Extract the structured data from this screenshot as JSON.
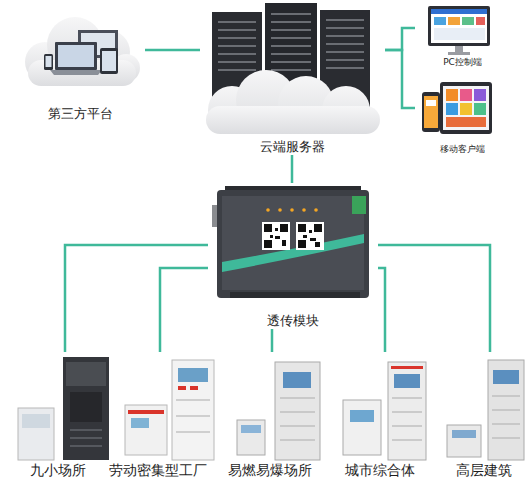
{
  "diagram": {
    "nodes": [
      {
        "text": [
          "第三方平台"
        ]
      },
      {
        "text": [
          "云端服务器"
        ]
      },
      {
        "text": [
          "PC控制端"
        ]
      },
      {
        "text": [
          "移动客户端"
        ]
      },
      {
        "text": [
          "透传模块"
        ]
      },
      {
        "text": [
          "九小场所"
        ]
      },
      {
        "text": [
          "劳动密集型工厂"
        ]
      },
      {
        "text": [
          "易燃易爆场所"
        ]
      },
      {
        "text": [
          "城市综合体"
        ]
      },
      {
        "text": [
          "高层建筑"
        ]
      }
    ],
    "edges": [
      {
        "from": 0,
        "to": 1,
        "arrow": "none"
      },
      {
        "from": 1,
        "to": 2,
        "arrow": "none"
      },
      {
        "from": 1,
        "to": 3,
        "arrow": "none"
      },
      {
        "from": 1,
        "to": 4,
        "arrow": "none"
      },
      {
        "from": 4,
        "to": 5,
        "arrow": "none"
      },
      {
        "from": 4,
        "to": 6,
        "arrow": "none"
      },
      {
        "from": 4,
        "to": 7,
        "arrow": "none"
      },
      {
        "from": 4,
        "to": 8,
        "arrow": "none"
      },
      {
        "from": 4,
        "to": 9,
        "arrow": "none"
      }
    ]
  }
}
